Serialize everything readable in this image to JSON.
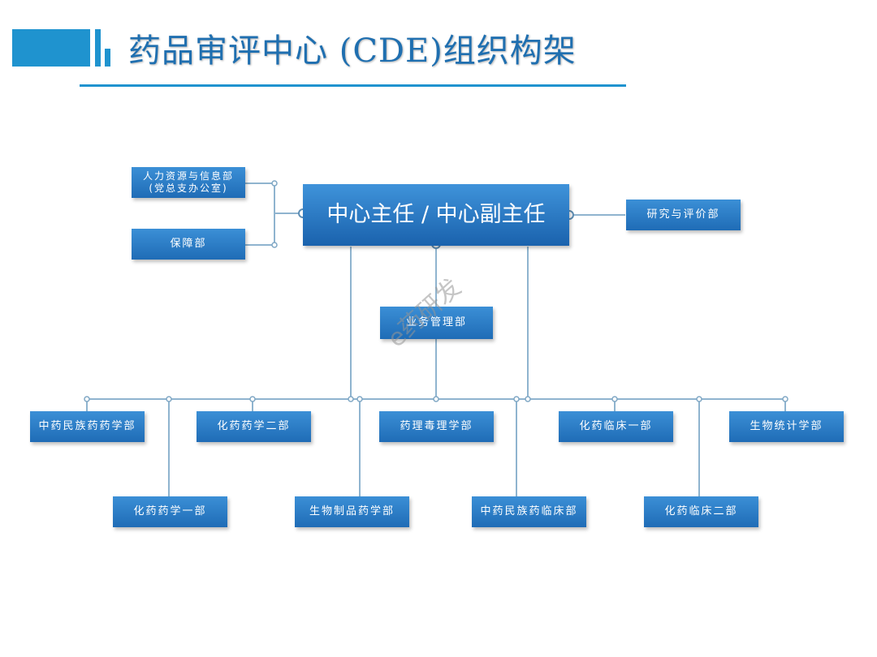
{
  "title": "药品审评中心 (CDE)组织构架",
  "org": {
    "center": "中心主任 / 中心副主任",
    "hr_line1": "人力资源与信息部",
    "hr_line2": "(党总支办公室)",
    "support": "保障部",
    "research": "研究与评价部",
    "business": "业务管理部",
    "depts": {
      "tcm_pharm": "中药民族药药学部",
      "chem_pharm_1": "化药药学一部",
      "chem_pharm_2": "化药药学二部",
      "bio_pharm": "生物制品药学部",
      "pharm_tox": "药理毒理学部",
      "tcm_clinical": "中药民族药临床部",
      "chem_clinical_1": "化药临床一部",
      "chem_clinical_2": "化药临床二部",
      "biostat": "生物统计学部"
    }
  },
  "watermark": "e药研发",
  "colors": {
    "accent": "#1f93cf",
    "box": "#2a7cc7",
    "line": "#8fb4cf"
  }
}
